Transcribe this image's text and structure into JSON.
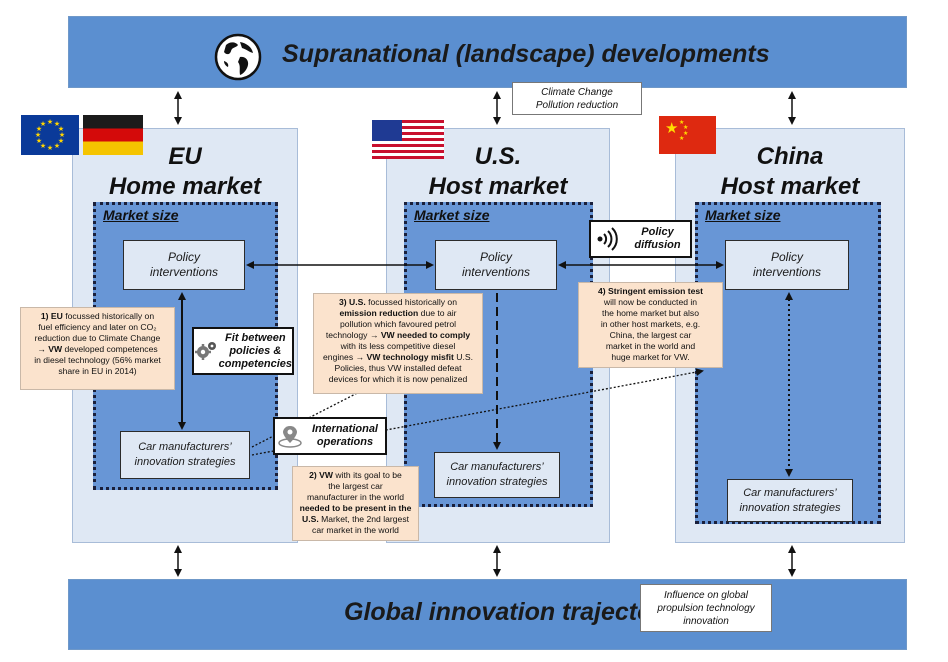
{
  "top_band": {
    "title": "Supranational (landscape) developments"
  },
  "bottom_band": {
    "title": "Global innovation trajectory"
  },
  "notes": {
    "climate_line1": "Climate Change",
    "climate_line2": "Pollution reduction",
    "influence_line1": "Influence on global",
    "influence_line2": "propulsion technology",
    "influence_line3": "innovation"
  },
  "panels": {
    "eu": {
      "line1": "EU",
      "line2": "Home market"
    },
    "us": {
      "line1": "U.S.",
      "line2": "Host market"
    },
    "china": {
      "line1": "China",
      "line2": "Host market"
    }
  },
  "market_size_label": "Market size",
  "policy_line1": "Policy",
  "policy_line2": "interventions",
  "car_line1": "Car manufacturers’",
  "car_line2": "innovation strategies",
  "callouts": {
    "fit_line1": "Fit between",
    "fit_line2": "policies &",
    "fit_line3": "competencies",
    "intl_line1": "International",
    "intl_line2": "operations",
    "diff_line1": "Policy",
    "diff_line2": "diffusion"
  },
  "explanations": {
    "n1": {
      "a_bold": "1) EU",
      "a_rest": " focussed historically on",
      "b": "fuel efficiency and later on CO₂",
      "c": "reduction due to Climate Change",
      "d_bold": "→ VW",
      "d_rest": " developed competences",
      "e": "in diesel technology (56% market",
      "f": "share in EU in 2014)"
    },
    "n2": {
      "a_bold": "2) VW",
      "a_rest": " with its goal to be",
      "b": "the largest car",
      "c": "manufacturer in the world",
      "d_bold": "needed to be present in the",
      "e_bold": "U.S.",
      "e_rest": " Market, the 2nd largest",
      "f": "car market in the world"
    },
    "n3": {
      "a_bold": "3) U.S.",
      "a_rest": " focussed historically on",
      "b_bold": "emission reduction",
      "b_rest": " due to air",
      "c": "pollution which favoured petrol",
      "d_plain": "technology ",
      "d_bold": "→ VW needed to comply",
      "e": "with its less competitive diesel",
      "f_plain": "engines ",
      "f_bold": "→ VW technology misfit",
      "f_rest": " U.S.",
      "g": "Policies, thus VW installed defeat",
      "h": "devices for which it is now penalized"
    },
    "n4": {
      "a_bold": "4) Stringent emission test",
      "b": "will now be conducted in",
      "c": "the home market but also",
      "d": "in other host markets, e.g.",
      "e": "China,  the largest car",
      "f": "market in the world and",
      "g": "huge market for VW."
    }
  },
  "icons": [
    "globe-icon",
    "eu-flag-icon",
    "germany-flag-icon",
    "us-flag-icon",
    "china-flag-icon",
    "gears-icon",
    "location-pin-icon",
    "broadcast-icon"
  ],
  "colors": {
    "band": "#5b8fd0",
    "panel": "#dfe8f4",
    "market": "#6896d6",
    "note": "#fbe3cd"
  }
}
